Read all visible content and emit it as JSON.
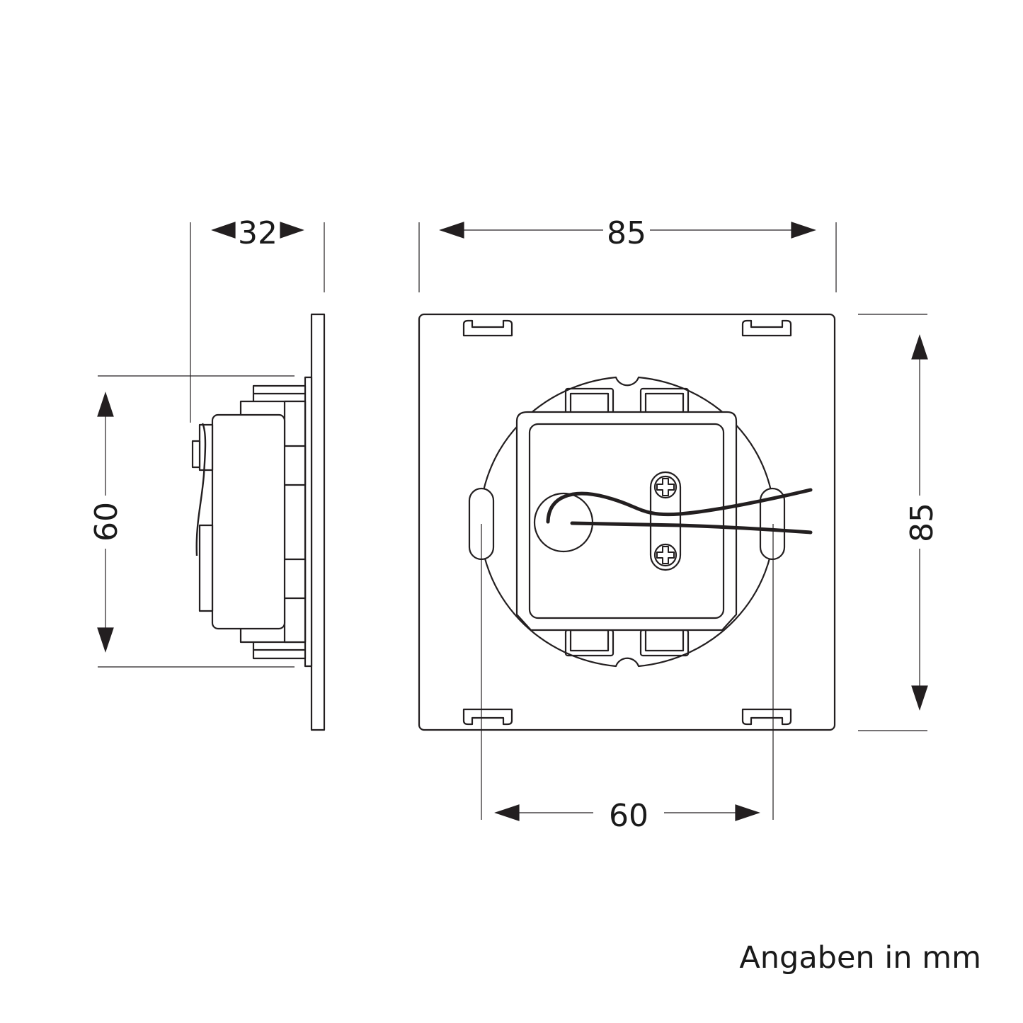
{
  "dimensions": {
    "side_depth": "32",
    "side_height": "60",
    "front_width": "85",
    "front_height": "85",
    "mounting_distance": "60"
  },
  "note": "Angaben in mm",
  "colors": {
    "line": "#231f20",
    "background": "#ffffff"
  }
}
